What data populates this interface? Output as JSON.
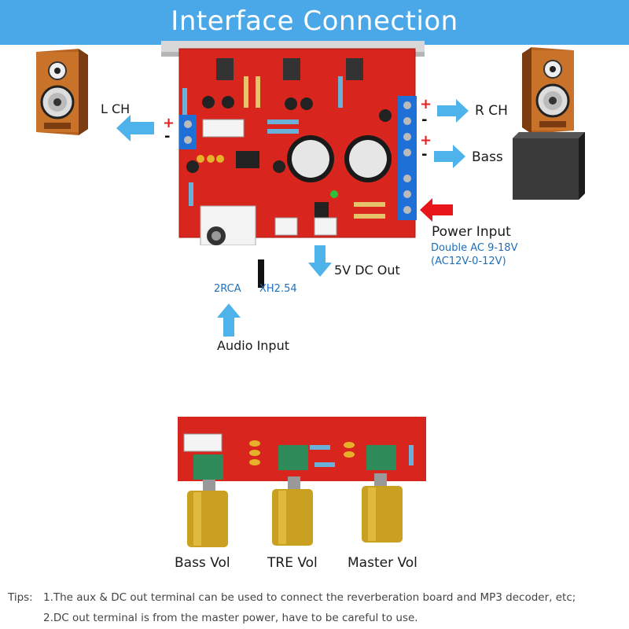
{
  "header": {
    "title": "Interface Connection"
  },
  "amp_board": {
    "left_channel": {
      "label": "L  CH",
      "plus": "+",
      "minus": "-"
    },
    "right_channel": {
      "label": "R  CH",
      "plus": "+",
      "minus": "-"
    },
    "bass_channel": {
      "label": "Bass",
      "plus": "+",
      "minus": "-"
    },
    "power_input": {
      "title": "Power Input",
      "line1": "Double AC 9-18V",
      "line2": "(AC12V-0-12V)"
    },
    "dc_out": {
      "label": "5V DC Out"
    },
    "connector_labels": {
      "rca": "2RCA",
      "xh": "XH2.54"
    },
    "audio_input": {
      "label": "Audio Input"
    }
  },
  "control_board": {
    "knobs": [
      {
        "label": "Bass Vol"
      },
      {
        "label": "TRE Vol"
      },
      {
        "label": "Master Vol"
      }
    ]
  },
  "tips": {
    "prefix": "Tips:",
    "line1": "1.The aux & DC out terminal can be used to connect the reverberation board and MP3 decoder, etc;",
    "line2": "2.DC out terminal is from the master power, have to be careful to use."
  },
  "colors": {
    "banner": "#4aa8e8",
    "arrow": "#4db3ea",
    "pcb": "#d8261e",
    "power_arrow": "#e8151b"
  },
  "icons": [
    "speaker-icon",
    "subwoofer-icon",
    "arrow-left-icon",
    "arrow-right-icon",
    "arrow-down-icon",
    "arrow-up-icon",
    "power-arrow-icon"
  ]
}
